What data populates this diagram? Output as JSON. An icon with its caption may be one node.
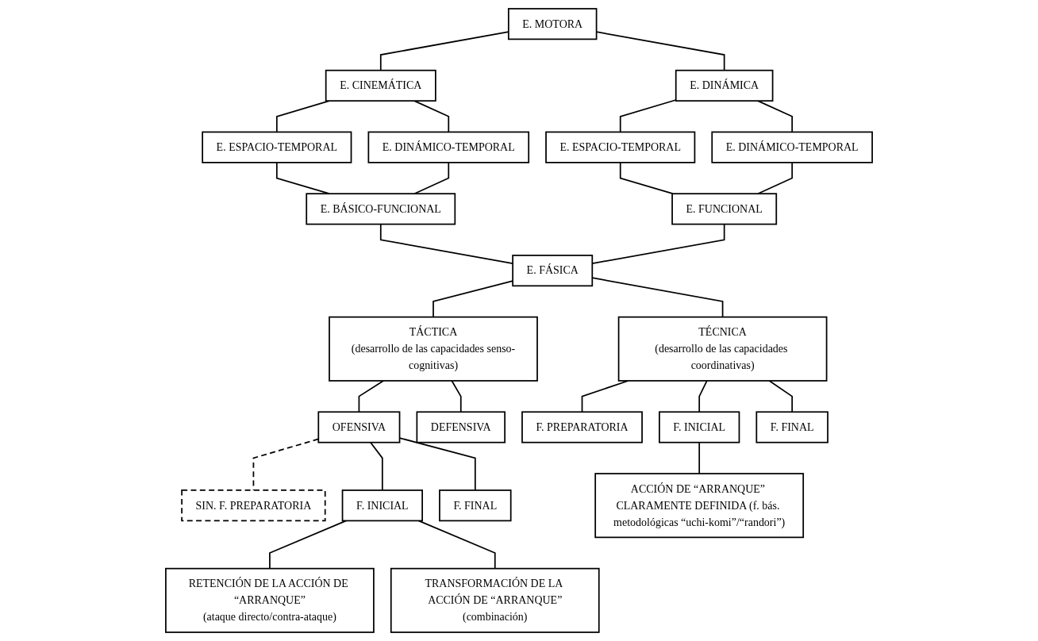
{
  "diagram": {
    "nodes": [
      {
        "text": [
          "E. MOTORA"
        ]
      },
      {
        "text": [
          "E. CINEMÁTICA"
        ]
      },
      {
        "text": [
          "E. DINÁMICA"
        ]
      },
      {
        "text": [
          "E. ESPACIO-TEMPORAL"
        ]
      },
      {
        "text": [
          "E. DINÁMICO-TEMPORAL"
        ]
      },
      {
        "text": [
          "E. ESPACIO-TEMPORAL"
        ]
      },
      {
        "text": [
          "E. DINÁMICO-TEMPORAL"
        ]
      },
      {
        "text": [
          "E. BÁSICO-FUNCIONAL"
        ]
      },
      {
        "text": [
          "E. FUNCIONAL"
        ]
      },
      {
        "text": [
          "E. FÁSICA"
        ]
      },
      {
        "text": [
          "TÉCNICA",
          "(desarrollo de las capacidades coordinativas)"
        ]
      },
      {
        "text": [
          "TÁCTICA",
          "(desarrollo de las capacidades senso-cognitivas)"
        ]
      },
      {
        "text": [
          "OFENSIVA"
        ]
      },
      {
        "text": [
          "DEFENSIVA"
        ]
      },
      {
        "text": [
          "F. PREPARATORIA"
        ]
      },
      {
        "text": [
          "F. INICIAL"
        ]
      },
      {
        "text": [
          "F. FINAL"
        ]
      },
      {
        "text": [
          "SIN. F. PREPARATORIA"
        ]
      },
      {
        "text": [
          "F. INICIAL"
        ]
      },
      {
        "text": [
          "F. FINAL"
        ]
      },
      {
        "text": [
          "ACCIÓN DE “ARRANQUE” CLARAMENTE DEFINIDA (f. bás. metodológicas “uchi-komi”/“randori”)"
        ]
      },
      {
        "text": [
          "RETENCIÓN DE LA ACCIÓN DE “ARRANQUE”",
          "(ataque directo/contra-ataque)"
        ]
      },
      {
        "text": [
          "TRANSFORMACIÓN DE LA ACCIÓN DE “ARRANQUE”",
          "(combinación)"
        ]
      }
    ],
    "edges": [
      {
        "from": 0,
        "to": 1,
        "arrow": "none"
      },
      {
        "from": 0,
        "to": 2,
        "arrow": "none"
      },
      {
        "from": 1,
        "to": 3,
        "arrow": "none"
      },
      {
        "from": 1,
        "to": 4,
        "arrow": "none"
      },
      {
        "from": 2,
        "to": 5,
        "arrow": "none"
      },
      {
        "from": 2,
        "to": 6,
        "arrow": "none"
      },
      {
        "from": 3,
        "to": 7,
        "arrow": "none"
      },
      {
        "from": 4,
        "to": 7,
        "arrow": "none"
      },
      {
        "from": 5,
        "to": 8,
        "arrow": "none"
      },
      {
        "from": 6,
        "to": 8,
        "arrow": "none"
      },
      {
        "from": 7,
        "to": 9,
        "arrow": "none"
      },
      {
        "from": 8,
        "to": 9,
        "arrow": "none"
      },
      {
        "from": 9,
        "to": 10,
        "arrow": "none"
      },
      {
        "from": 9,
        "to": 11,
        "arrow": "none"
      },
      {
        "from": 10,
        "to": 14,
        "arrow": "none"
      },
      {
        "from": 10,
        "to": 15,
        "arrow": "none"
      },
      {
        "from": 10,
        "to": 16,
        "arrow": "none"
      },
      {
        "from": 11,
        "to": 12,
        "arrow": "none"
      },
      {
        "from": 11,
        "to": 13,
        "arrow": "none"
      },
      {
        "from": 12,
        "to": 17,
        "arrow": "none",
        "style": "dashed"
      },
      {
        "from": 12,
        "to": 18,
        "arrow": "none"
      },
      {
        "from": 12,
        "to": 19,
        "arrow": "none"
      },
      {
        "from": 15,
        "to": 20,
        "arrow": "none"
      },
      {
        "from": 18,
        "to": 21,
        "arrow": "none"
      },
      {
        "from": 18,
        "to": 22,
        "arrow": "none"
      }
    ]
  }
}
